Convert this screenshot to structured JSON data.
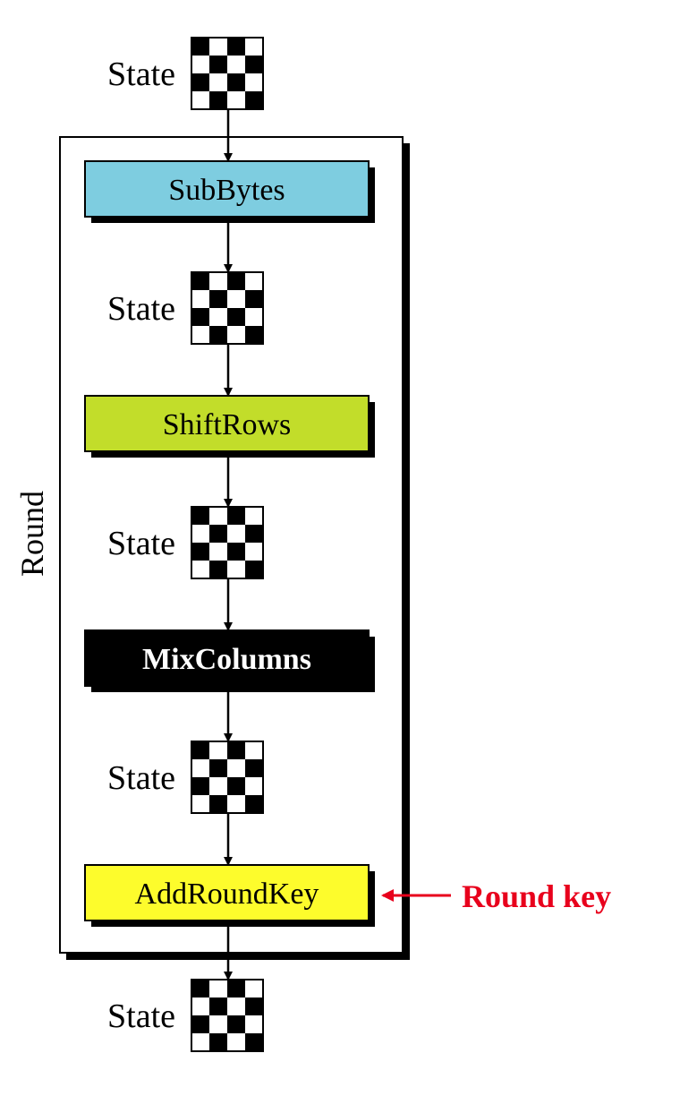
{
  "diagram": {
    "round_label": "Round",
    "round_key_label": "Round key",
    "state_label": "State",
    "operations": [
      {
        "label": "SubBytes",
        "fill": "#7ecde0",
        "text_color": "#000000",
        "bold": false
      },
      {
        "label": "ShiftRows",
        "fill": "#c2dd2a",
        "text_color": "#000000",
        "bold": false
      },
      {
        "label": "MixColumns",
        "fill": "#000000",
        "text_color": "#ffffff",
        "bold": true
      },
      {
        "label": "AddRoundKey",
        "fill": "#fdfc2c",
        "text_color": "#000000",
        "bold": false
      }
    ],
    "state_pattern": [
      [
        1,
        0,
        1,
        0
      ],
      [
        0,
        1,
        0,
        1
      ],
      [
        1,
        0,
        1,
        0
      ],
      [
        0,
        1,
        0,
        1
      ]
    ],
    "colors": {
      "line": "#000000",
      "shadow": "#000000",
      "round_key": "#e8001c",
      "checker_dark": "#000000",
      "checker_light": "#ffffff"
    }
  }
}
